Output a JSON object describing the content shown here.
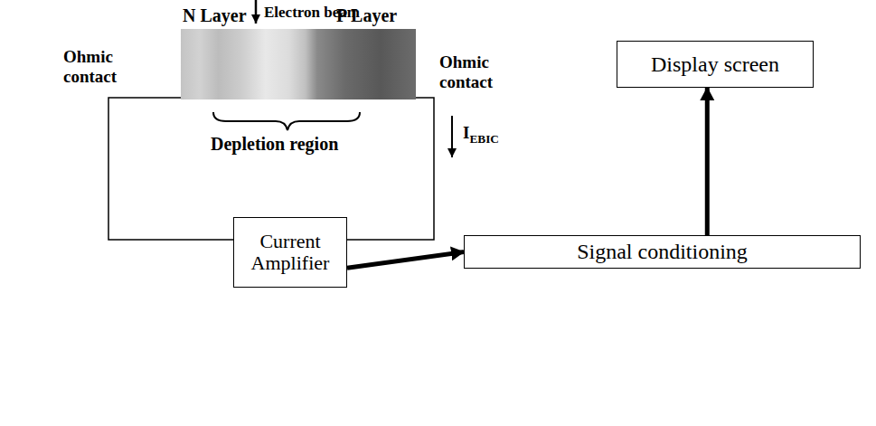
{
  "diagram": {
    "nodes": [
      {
        "text": [
          "Current Amplifier"
        ]
      },
      {
        "text": [
          "Signal conditioning"
        ]
      },
      {
        "text": [
          "Display screen"
        ]
      }
    ],
    "edges": [
      {
        "from": 0,
        "to": 1,
        "arrow": "to"
      },
      {
        "from": 1,
        "to": 2,
        "arrow": "to"
      }
    ],
    "labels": [
      "Electron beam",
      "N Layer",
      "P Layer",
      "Ohmic contact",
      "Ohmic contact",
      "Depletion region",
      "I",
      "EBIC"
    ]
  }
}
